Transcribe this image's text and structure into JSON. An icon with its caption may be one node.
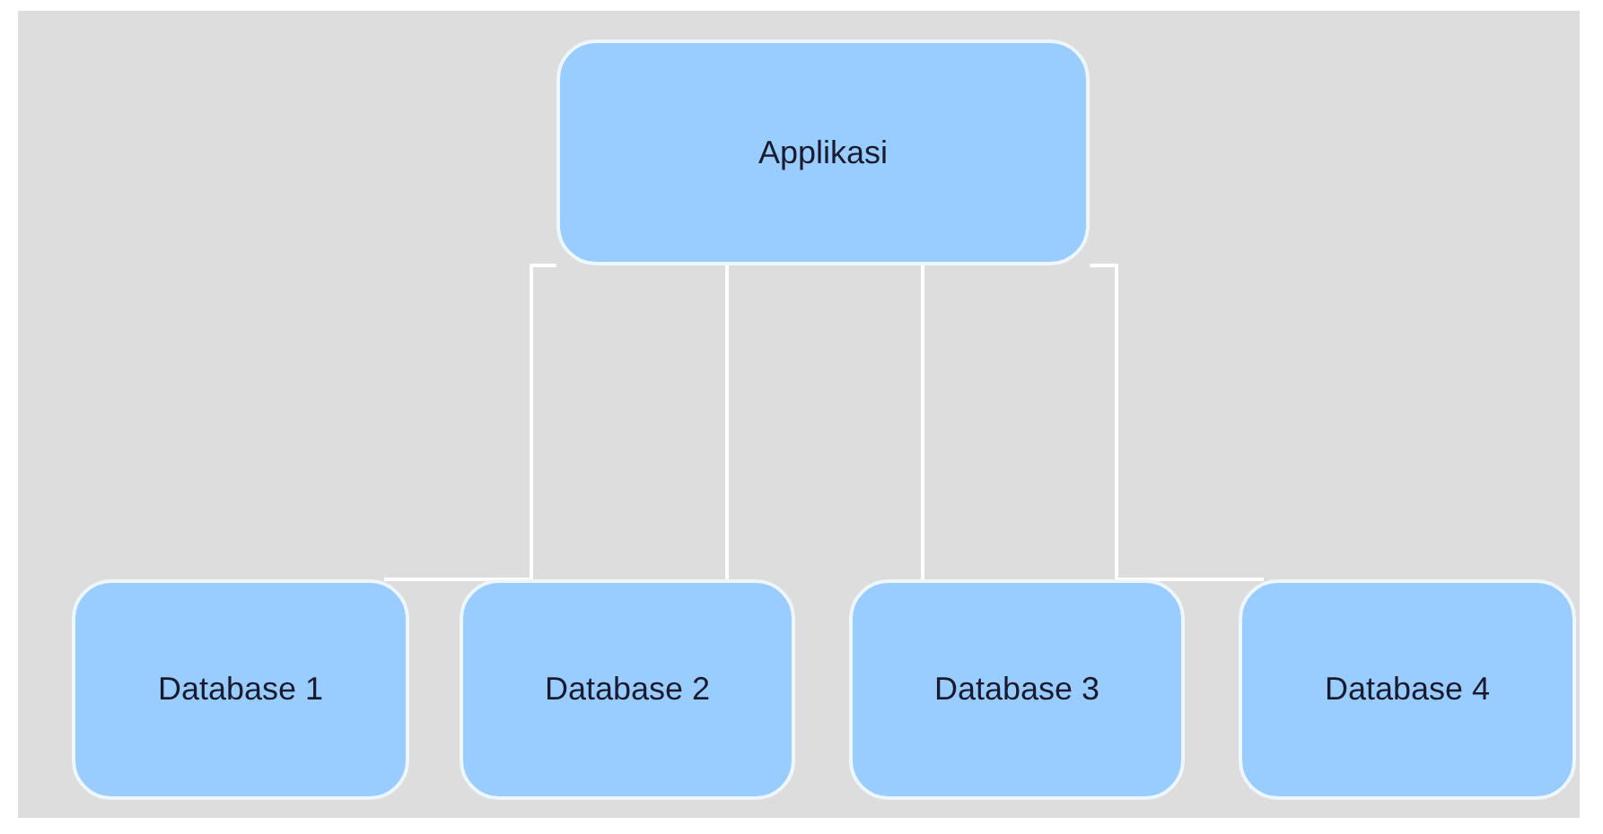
{
  "diagram": {
    "nodes": [
      {
        "text": [
          "Applikasi"
        ]
      },
      {
        "text": [
          "Database 1"
        ]
      },
      {
        "text": [
          "Database 2"
        ]
      },
      {
        "text": [
          "Database 3"
        ]
      },
      {
        "text": [
          "Database 4"
        ]
      }
    ],
    "edges": [
      {
        "from": 0,
        "to": 1,
        "arrow": "none"
      },
      {
        "from": 0,
        "to": 2,
        "arrow": "none"
      },
      {
        "from": 0,
        "to": 3,
        "arrow": "none"
      },
      {
        "from": 0,
        "to": 4,
        "arrow": "none"
      }
    ]
  }
}
